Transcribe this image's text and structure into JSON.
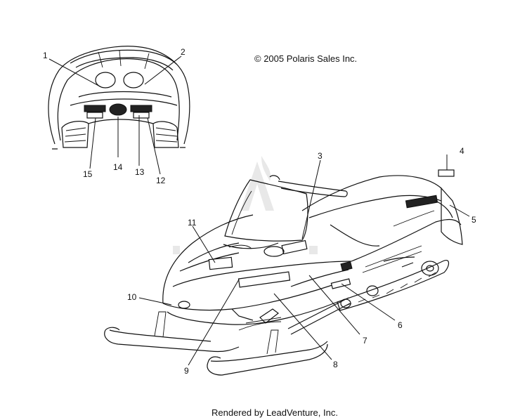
{
  "copyright": "© 2005 Polaris Sales Inc.",
  "footer": "Rendered by LeadVenture, Inc.",
  "callouts": [
    "1",
    "2",
    "3",
    "4",
    "5",
    "6",
    "7",
    "8",
    "9",
    "10",
    "11",
    "12",
    "13",
    "14",
    "15"
  ],
  "colors": {
    "ink": "#111111",
    "background": "#ffffff",
    "watermark": "#e6e6e6"
  }
}
